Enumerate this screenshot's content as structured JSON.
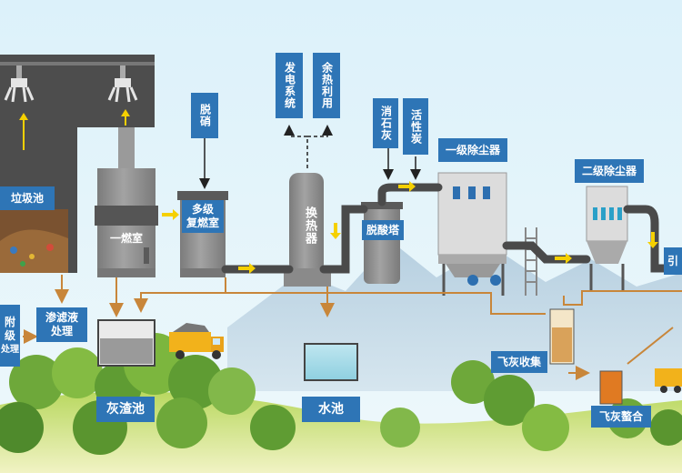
{
  "labels": {
    "garbage_pit": "垃圾池",
    "primary_chamber": "一燃室",
    "multi_stage_line1": "多级",
    "multi_stage_line2": "复燃室",
    "denitration": "脱硝",
    "power_generation": "发电系统",
    "waste_heat": "余热利用",
    "heat_exchanger": "换热器",
    "deacid_tower": "脱酸塔",
    "lime": "消石灰",
    "activated_carbon": "活性炭",
    "dust_collector_1": "一级除尘器",
    "dust_collector_2": "二级除尘器",
    "induced_fan": "引",
    "leachate_line1": "渗滤液",
    "leachate_line2": "处理",
    "left_partial_line1": "附",
    "left_partial_line2": "级",
    "left_partial_line3": "处理",
    "ash_pit": "灰渣池",
    "water_pool": "水池",
    "fly_ash_collection": "飞灰收集",
    "fly_ash_chelation": "飞灰螯合"
  },
  "colors": {
    "label_bg": "#2e75b6",
    "pipe": "#4a4a4a",
    "flow_arrow": "#f5d000",
    "water_line": "#c8863a",
    "equipment": "#8e8e8e",
    "sky": "#dff1f8"
  }
}
